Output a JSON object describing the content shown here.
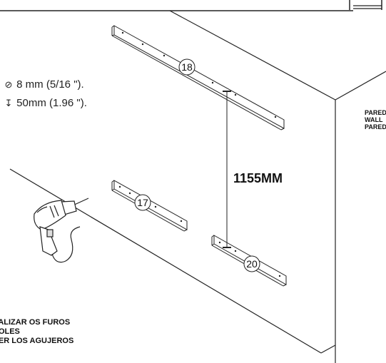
{
  "specs": {
    "diameter_symbol": "⊘",
    "diameter": "8 mm (5/16 \").",
    "depth_symbol": "↧",
    "depth": "50mm (1.96 \")."
  },
  "wall_labels": {
    "pt": "PAREDE",
    "en": "WALL",
    "es": "PARED"
  },
  "distance_label": "1155MM",
  "parts": {
    "top_bracket": "18",
    "middle_bracket": "17",
    "bottom_bracket": "20"
  },
  "instructions": {
    "pt": "EALIZAR OS FUROS",
    "en": "HOLES",
    "es": "CER LOS AGUJEROS"
  },
  "icons": {
    "tool": "electric-drill-icon"
  }
}
